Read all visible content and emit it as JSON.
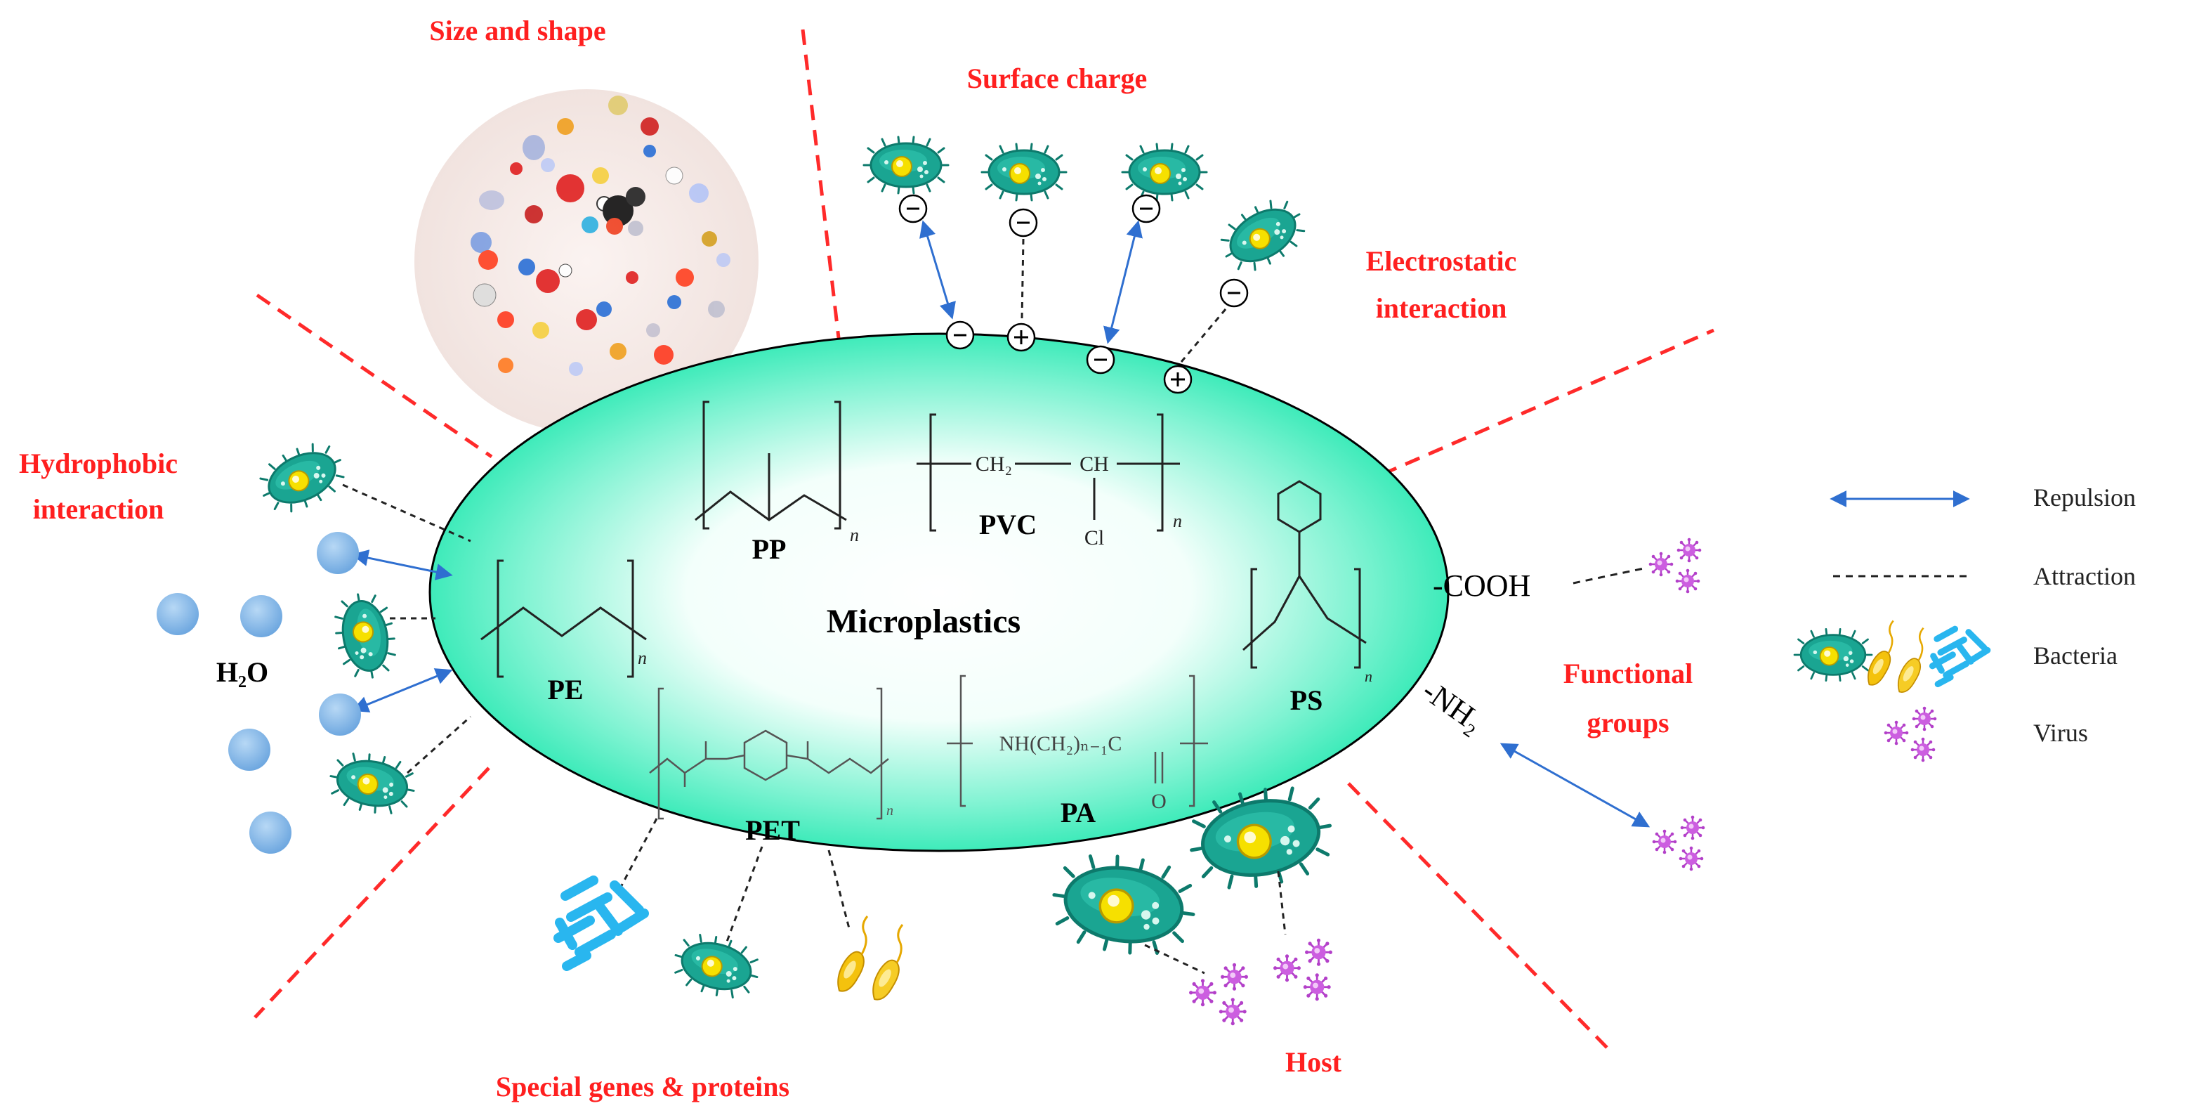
{
  "labels": {
    "size_shape": "Size and shape",
    "surface_charge": "Surface charge",
    "electrostatic_1": "Electrostatic",
    "electrostatic_2": "interaction",
    "hydrophobic_1": "Hydrophobic",
    "hydrophobic_2": "interaction",
    "water": "H₂O",
    "microplastics": "Microplastics",
    "functional_1": "Functional",
    "functional_2": "groups",
    "special_genes": "Special genes & proteins",
    "host": "Host"
  },
  "polymers": {
    "pp": "PP",
    "pvc": "PVC",
    "pe": "PE",
    "ps": "PS",
    "pet": "PET",
    "pa": "PA",
    "n": "n",
    "ch2": "CH₂",
    "ch": "CH",
    "cl": "Cl",
    "pa_formula": "NH(CH₂)ₙ₋₁C",
    "pa_o": "O"
  },
  "groups": {
    "cooh": "-COOH",
    "nh2": "-NH₂"
  },
  "charges": {
    "neg": "−",
    "pos": "+"
  },
  "legend": {
    "repulsion": "Repulsion",
    "attraction": "Attraction",
    "bacteria": "Bacteria",
    "virus": "Virus"
  },
  "colors": {
    "label_red": "#ff1f1f",
    "ellipse_core": "#ffffff",
    "ellipse_edge": "#19e6ac",
    "repulsion_arrow": "#2f6fd0",
    "water_drop": "#8cbde8",
    "bacteria_body": "#1aa592",
    "virus": "#b340c9",
    "rod_bacteria": "#29b6ef",
    "flagellate": "#f4c20d"
  }
}
